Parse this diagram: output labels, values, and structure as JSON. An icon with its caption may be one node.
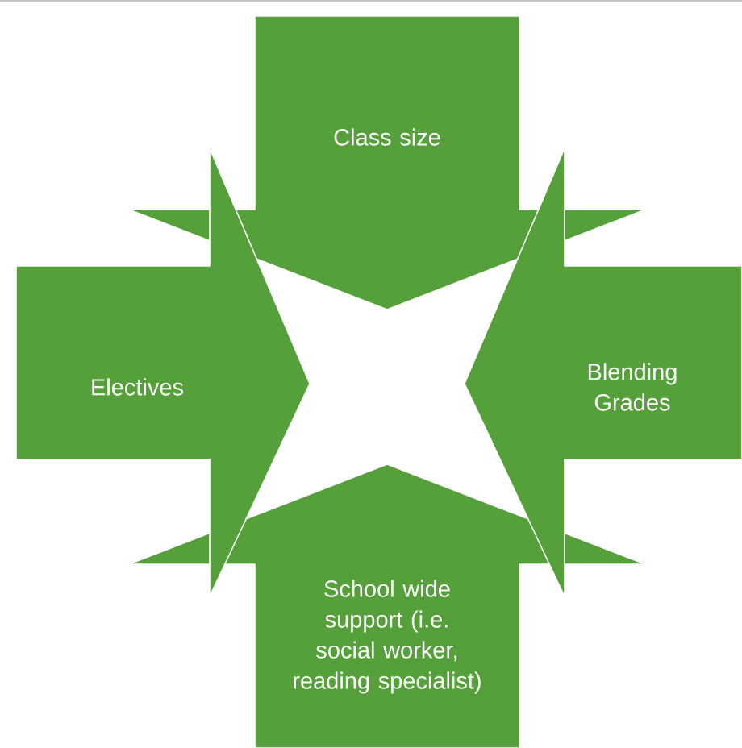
{
  "diagram": {
    "nodes": [
      {
        "text": [
          "Class size"
        ]
      },
      {
        "text": [
          "Electives"
        ]
      },
      {
        "text": [
          "Blending Grades"
        ]
      },
      {
        "text": [
          "School wide support (i.e. social worker, reading specialist)"
        ]
      }
    ]
  }
}
